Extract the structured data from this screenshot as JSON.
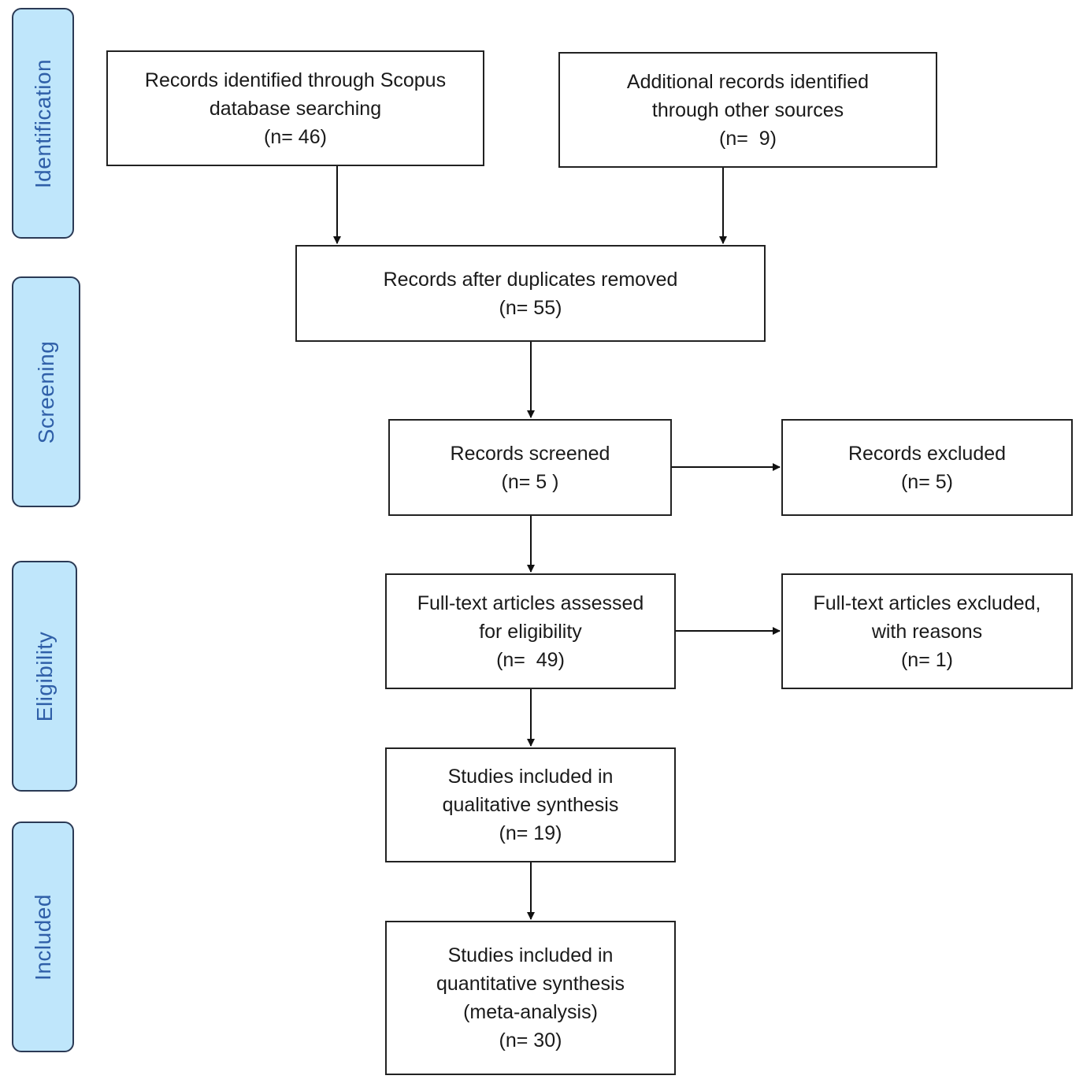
{
  "stages": {
    "identification": "Identification",
    "screening": "Screening",
    "eligibility": "Eligibility",
    "included": "Included"
  },
  "boxes": {
    "scopus": {
      "lines": [
        "Records identified through Scopus",
        "database searching",
        "(n= 46)"
      ]
    },
    "other_sources": {
      "lines": [
        "Additional records identified",
        "through other sources",
        "(n=  9)"
      ]
    },
    "after_duplicates": {
      "lines": [
        "Records after duplicates removed",
        "(n= 55)"
      ]
    },
    "screened": {
      "lines": [
        "Records screened",
        "(n= 5 )"
      ]
    },
    "excluded": {
      "lines": [
        "Records excluded",
        "(n= 5)"
      ]
    },
    "fulltext_assessed": {
      "lines": [
        "Full-text articles assessed",
        "for eligibility",
        "(n=  49)"
      ]
    },
    "fulltext_excluded": {
      "lines": [
        "Full-text articles excluded,",
        "with reasons",
        "(n= 1)"
      ]
    },
    "qualitative": {
      "lines": [
        "Studies included in",
        "qualitative synthesis",
        "(n= 19)"
      ]
    },
    "quantitative": {
      "lines": [
        "Studies included in",
        "quantitative synthesis",
        "(meta-analysis)",
        "(n= 30)"
      ]
    }
  },
  "colors": {
    "stage_fill": "#bfe6fb",
    "stage_text": "#2f5fa8",
    "box_border": "#222222"
  }
}
